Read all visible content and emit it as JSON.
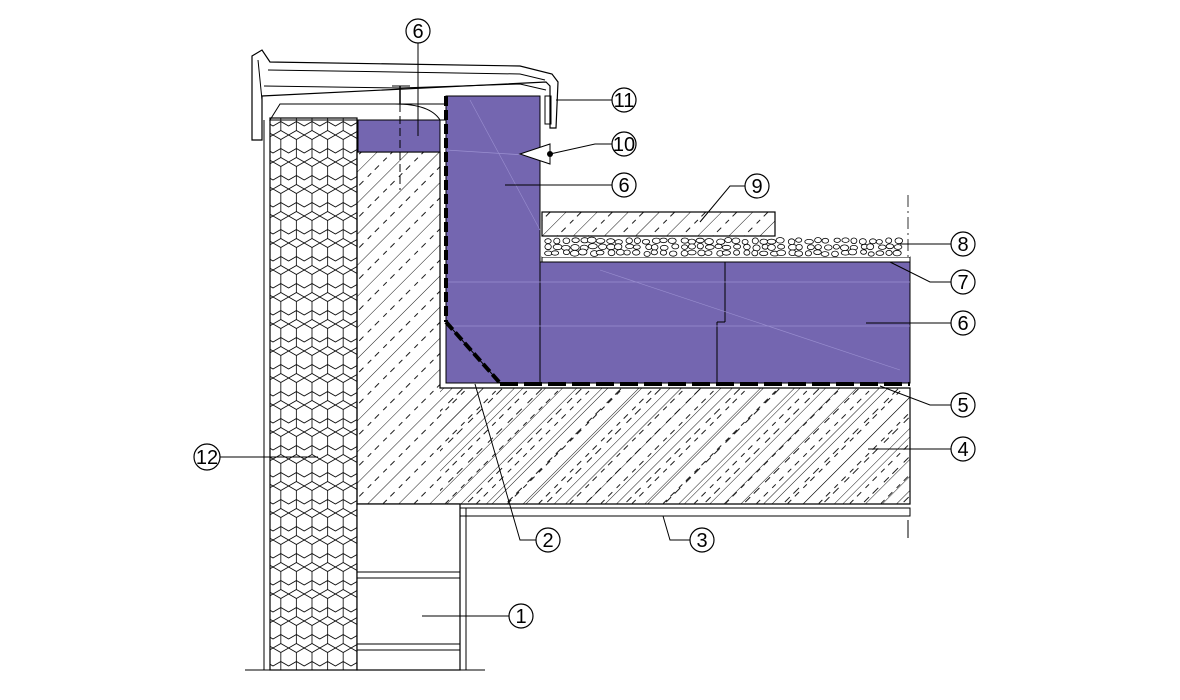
{
  "callouts": [
    {
      "id": "1",
      "label": "1"
    },
    {
      "id": "2",
      "label": "2"
    },
    {
      "id": "3",
      "label": "3"
    },
    {
      "id": "4",
      "label": "4"
    },
    {
      "id": "5",
      "label": "5"
    },
    {
      "id": "6a",
      "label": "6"
    },
    {
      "id": "6b",
      "label": "6"
    },
    {
      "id": "6c",
      "label": "6"
    },
    {
      "id": "7",
      "label": "7"
    },
    {
      "id": "8",
      "label": "8"
    },
    {
      "id": "9",
      "label": "9"
    },
    {
      "id": "10",
      "label": "10"
    },
    {
      "id": "11",
      "label": "11"
    },
    {
      "id": "12",
      "label": "12"
    }
  ],
  "colors": {
    "insulation": "#7466b0",
    "line": "#000000",
    "background": "#ffffff",
    "gravel": "#ffffff"
  }
}
